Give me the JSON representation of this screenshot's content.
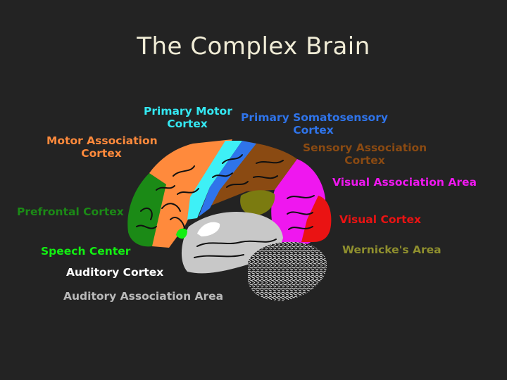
{
  "title": "The Complex Brain",
  "labels": {
    "primary_motor": [
      "Primary Motor",
      "Cortex"
    ],
    "primary_somatosensory": [
      "Primary Somatosensory",
      "Cortex"
    ],
    "motor_association": [
      "Motor Association",
      "Cortex"
    ],
    "sensory_association": [
      "Sensory Association",
      "Cortex"
    ],
    "visual_association": "Visual Association Area",
    "prefrontal": "Prefrontal Cortex",
    "visual_cortex": "Visual Cortex",
    "speech_center": "Speech Center",
    "wernickes": "Wernicke's Area",
    "auditory_cortex": "Auditory Cortex",
    "auditory_association": "Auditory Association Area"
  },
  "colors": {
    "background": "#232323",
    "title": "#f0ecd6",
    "prefrontal": "#1b8a16",
    "motor_association": "#ff8a3c",
    "primary_motor": "#3ef0f6",
    "primary_somatosensory": "#2f74ea",
    "sensory_association": "#8a4a12",
    "visual_association": "#ef17ef",
    "visual_cortex": "#ea1313",
    "speech_center": "#12ef12",
    "auditory": "#c8c8c8",
    "wernickes": "#bbbbbb",
    "olive_region": "#7b7b10"
  }
}
